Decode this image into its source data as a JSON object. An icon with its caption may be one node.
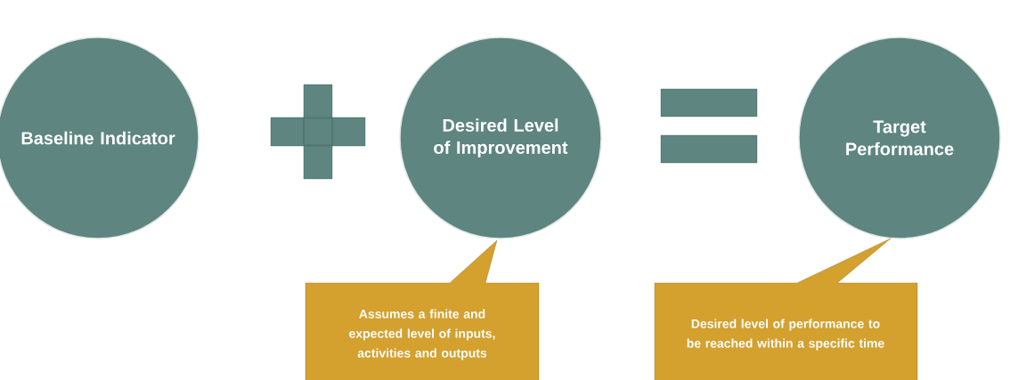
{
  "diagram": {
    "nodes": [
      {
        "text": [
          "Baseline Indicator"
        ]
      },
      {
        "text": [
          "Desired Level of Improvement"
        ]
      },
      {
        "text": [
          "Target Performance"
        ]
      },
      {
        "text": [
          "Assumes a finite and expected level of inputs, activities and outputs"
        ]
      },
      {
        "text": [
          "Desired level of performance to be reached within a specific time"
        ]
      }
    ]
  }
}
